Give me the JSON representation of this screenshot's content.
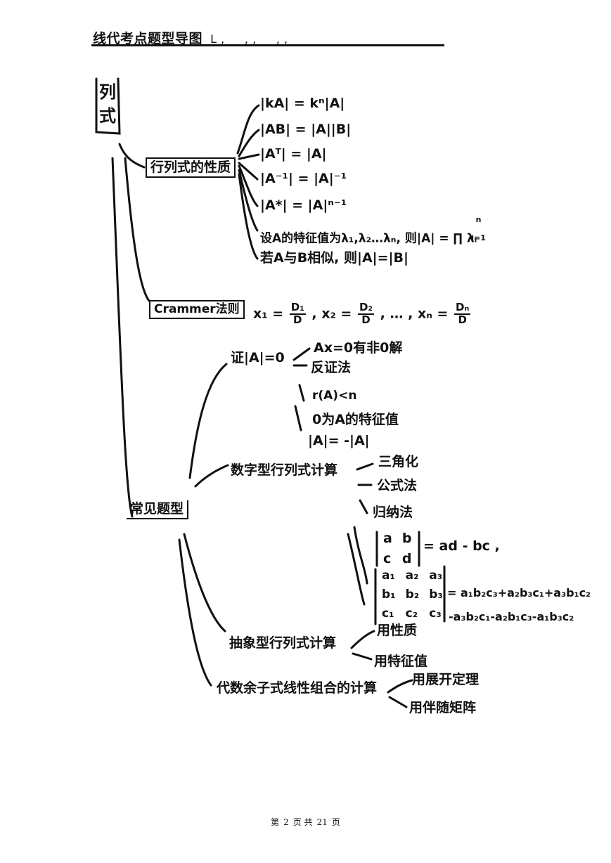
{
  "header": {
    "title": "线代考点题型导图",
    "trailing_marks": "L , __ , , __ , ,"
  },
  "root": {
    "title_char_1": "列",
    "title_char_2": "式"
  },
  "branch_properties": {
    "label": "行列式的性质",
    "items": [
      "|kA| = kⁿ|A|",
      "|AB| = |A||B|",
      "|Aᵀ| = |A|",
      "|A⁻¹| = |A|⁻¹",
      "|A*| = |A|ⁿ⁻¹",
      "设A的特征值为λ₁,λ₂…λₙ, 则|A| = ∏ λᵢ",
      "若A与B相似, 则|A|=|B|"
    ],
    "prod_top": "n",
    "prod_bottom": "i=1"
  },
  "branch_cramer": {
    "label": "Crammer法则",
    "x1": "x₁ =",
    "x2": ", x₂ =",
    "dots": ", … ,",
    "xn": "xₙ =",
    "num1": "D₁",
    "num2": "D₂",
    "numn": "Dₙ",
    "den": "D"
  },
  "branch_types": {
    "label": "常见题型",
    "prove": {
      "label": "证|A|=0",
      "items": [
        "Ax=0有非0解",
        "反证法",
        "r(A)<n",
        "0为A的特征值",
        "|A|= -|A|"
      ]
    },
    "numeric": {
      "label": "数字型行列式计算",
      "items": [
        "三角化",
        "公式法",
        "归纳法"
      ],
      "m2": [
        [
          "a",
          "b"
        ],
        [
          "c",
          "d"
        ]
      ],
      "m2_result": "= ad - bc ,",
      "m3": [
        [
          "a₁",
          "a₂",
          "a₃"
        ],
        [
          "b₁",
          "b₂",
          "b₃"
        ],
        [
          "c₁",
          "c₂",
          "c₃"
        ]
      ],
      "m3_result_1": "= a₁b₂c₃+a₂b₃c₁+a₃b₁c₂",
      "m3_result_2": "-a₃b₂c₁-a₂b₁c₃-a₁b₃c₂"
    },
    "abstract": {
      "label": "抽象型行列式计算",
      "items": [
        "用性质",
        "用特征值"
      ]
    },
    "cofactor": {
      "label": "代数余子式线性组合的计算",
      "items": [
        "用展开定理",
        "用伴随矩阵"
      ]
    }
  },
  "footer": {
    "pre": "第",
    "page": "2",
    "mid": "页 共",
    "total": "21",
    "post": "页"
  }
}
